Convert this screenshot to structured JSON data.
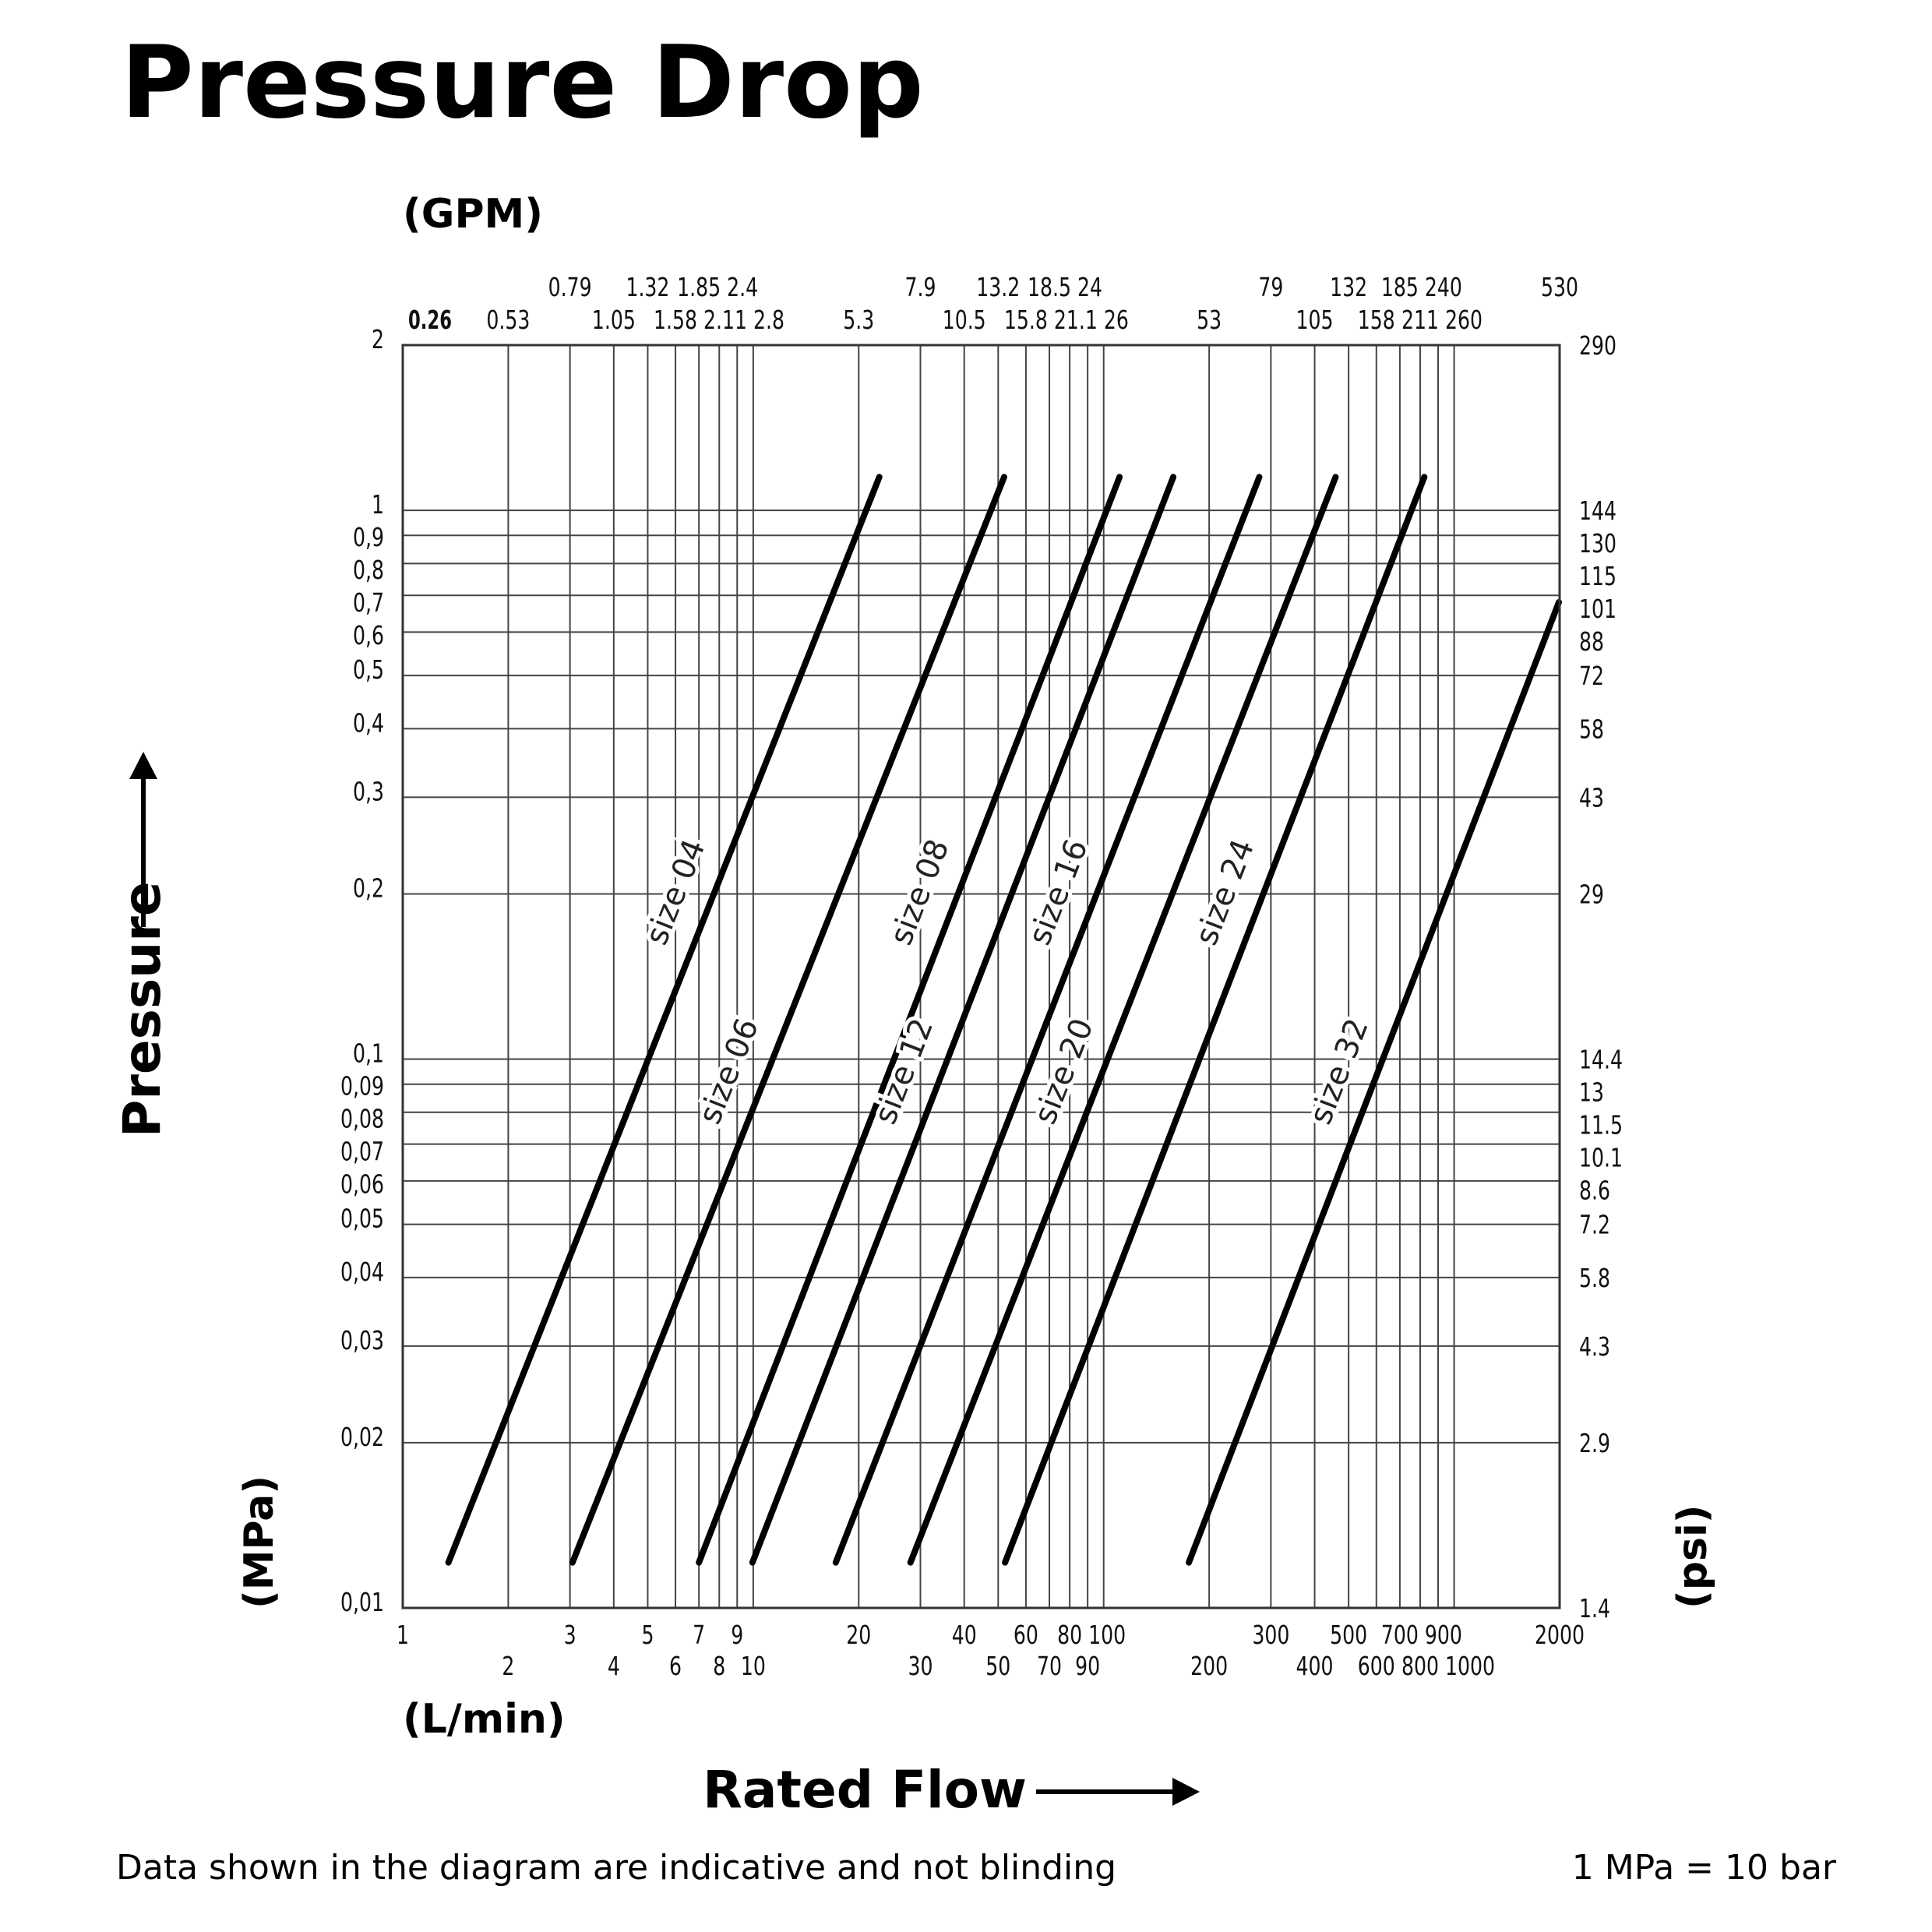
{
  "chart_data": {
    "type": "line",
    "title": "Pressure Drop",
    "xscale": "log",
    "yscale": "log",
    "xlim": [
      1,
      2000
    ],
    "ylim": [
      0.01,
      2
    ],
    "xlabel": "Rated Flow",
    "xunit_bottom": "(L/min)",
    "xunit_top": "(GPM)",
    "ylabel": "Pressure",
    "yunit_left": "(MPa)",
    "yunit_right": "(psi)",
    "grid": true,
    "x_ticks_bottom": [
      {
        "v": 1,
        "label": "1",
        "row": 0
      },
      {
        "v": 2,
        "label": "2",
        "row": 1
      },
      {
        "v": 3,
        "label": "3",
        "row": 0
      },
      {
        "v": 4,
        "label": "4",
        "row": 1
      },
      {
        "v": 5,
        "label": "5",
        "row": 0
      },
      {
        "v": 6,
        "label": "6",
        "row": 1
      },
      {
        "v": 7,
        "label": "7",
        "row": 0
      },
      {
        "v": 8,
        "label": "8",
        "row": 1
      },
      {
        "v": 9,
        "label": "9",
        "row": 0
      },
      {
        "v": 10,
        "label": "10",
        "row": 1
      },
      {
        "v": 20,
        "label": "20",
        "row": 0
      },
      {
        "v": 30,
        "label": "30",
        "row": 1
      },
      {
        "v": 40,
        "label": "40",
        "row": 0
      },
      {
        "v": 50,
        "label": "50",
        "row": 1
      },
      {
        "v": 60,
        "label": "60",
        "row": 0
      },
      {
        "v": 70,
        "label": "70",
        "row": 1
      },
      {
        "v": 80,
        "label": "80",
        "row": 0
      },
      {
        "v": 90,
        "label": "90",
        "row": 1
      },
      {
        "v": 100,
        "label": "100",
        "row": 0
      },
      {
        "v": 200,
        "label": "200",
        "row": 1
      },
      {
        "v": 300,
        "label": "300",
        "row": 0
      },
      {
        "v": 400,
        "label": "400",
        "row": 1
      },
      {
        "v": 500,
        "label": "500",
        "row": 0
      },
      {
        "v": 600,
        "label": "600",
        "row": 1
      },
      {
        "v": 700,
        "label": "700",
        "row": 0
      },
      {
        "v": 800,
        "label": "800",
        "row": 1
      },
      {
        "v": 900,
        "label": "900",
        "row": 0
      },
      {
        "v": 1000,
        "label": "1000",
        "row": 1
      },
      {
        "v": 2000,
        "label": "2000",
        "row": 0
      }
    ],
    "x_ticks_top_gpm": [
      {
        "v": 1,
        "label": "0.26",
        "row": 1
      },
      {
        "v": 2,
        "label": "0.53",
        "row": 1
      },
      {
        "v": 3,
        "label": "0.79",
        "row": 0
      },
      {
        "v": 4,
        "label": "1.05",
        "row": 1
      },
      {
        "v": 5,
        "label": "1.32",
        "row": 0
      },
      {
        "v": 6,
        "label": "1.58",
        "row": 1
      },
      {
        "v": 7,
        "label": "1.85",
        "row": 0
      },
      {
        "v": 8,
        "label": "2.11",
        "row": 1
      },
      {
        "v": 9,
        "label": "2.4",
        "row": 0
      },
      {
        "v": 10,
        "label": "2.8",
        "row": 1
      },
      {
        "v": 20,
        "label": "5.3",
        "row": 1
      },
      {
        "v": 30,
        "label": "7.9",
        "row": 0
      },
      {
        "v": 40,
        "label": "10.5",
        "row": 1
      },
      {
        "v": 50,
        "label": "13.2",
        "row": 0
      },
      {
        "v": 60,
        "label": "15.8",
        "row": 1
      },
      {
        "v": 70,
        "label": "18.5",
        "row": 0
      },
      {
        "v": 80,
        "label": "21.1",
        "row": 1
      },
      {
        "v": 90,
        "label": "24",
        "row": 0
      },
      {
        "v": 100,
        "label": "26",
        "row": 1
      },
      {
        "v": 200,
        "label": "53",
        "row": 1
      },
      {
        "v": 300,
        "label": "79",
        "row": 0
      },
      {
        "v": 400,
        "label": "105",
        "row": 1
      },
      {
        "v": 500,
        "label": "132",
        "row": 0
      },
      {
        "v": 600,
        "label": "158",
        "row": 1
      },
      {
        "v": 700,
        "label": "185",
        "row": 0
      },
      {
        "v": 800,
        "label": "211",
        "row": 1
      },
      {
        "v": 900,
        "label": "240",
        "row": 0
      },
      {
        "v": 1000,
        "label": "260",
        "row": 1
      },
      {
        "v": 2000,
        "label": "530",
        "row": 0
      }
    ],
    "y_ticks_left_mpa": [
      {
        "v": 2,
        "label": "2"
      },
      {
        "v": 1,
        "label": "1"
      },
      {
        "v": 0.9,
        "label": "0,9"
      },
      {
        "v": 0.8,
        "label": "0,8"
      },
      {
        "v": 0.7,
        "label": "0,7"
      },
      {
        "v": 0.6,
        "label": "0,6"
      },
      {
        "v": 0.5,
        "label": "0,5"
      },
      {
        "v": 0.4,
        "label": "0,4"
      },
      {
        "v": 0.3,
        "label": "0,3"
      },
      {
        "v": 0.2,
        "label": "0,2"
      },
      {
        "v": 0.1,
        "label": "0,1"
      },
      {
        "v": 0.09,
        "label": "0,09"
      },
      {
        "v": 0.08,
        "label": "0,08"
      },
      {
        "v": 0.07,
        "label": "0,07"
      },
      {
        "v": 0.06,
        "label": "0,06"
      },
      {
        "v": 0.05,
        "label": "0,05"
      },
      {
        "v": 0.04,
        "label": "0,04"
      },
      {
        "v": 0.03,
        "label": "0,03"
      },
      {
        "v": 0.02,
        "label": "0,02"
      },
      {
        "v": 0.01,
        "label": "0,01"
      }
    ],
    "y_ticks_right_psi": [
      {
        "v": 2,
        "label": "290"
      },
      {
        "v": 1,
        "label": "144"
      },
      {
        "v": 0.9,
        "label": "130"
      },
      {
        "v": 0.8,
        "label": "115"
      },
      {
        "v": 0.7,
        "label": "101"
      },
      {
        "v": 0.6,
        "label": "88"
      },
      {
        "v": 0.5,
        "label": "72"
      },
      {
        "v": 0.4,
        "label": "58"
      },
      {
        "v": 0.3,
        "label": "43"
      },
      {
        "v": 0.2,
        "label": "29"
      },
      {
        "v": 0.1,
        "label": "14.4"
      },
      {
        "v": 0.09,
        "label": "13"
      },
      {
        "v": 0.08,
        "label": "11.5"
      },
      {
        "v": 0.07,
        "label": "10.1"
      },
      {
        "v": 0.06,
        "label": "8.6"
      },
      {
        "v": 0.05,
        "label": "7.2"
      },
      {
        "v": 0.04,
        "label": "5.8"
      },
      {
        "v": 0.03,
        "label": "4.3"
      },
      {
        "v": 0.02,
        "label": "2.9"
      },
      {
        "v": 0.01,
        "label": "1.4"
      }
    ],
    "series": [
      {
        "name": "size 04",
        "x": [
          1.35,
          22.9
        ],
        "y": [
          0.0121,
          1.15
        ]
      },
      {
        "name": "size 06",
        "x": [
          3.05,
          52
        ],
        "y": [
          0.0121,
          1.15
        ]
      },
      {
        "name": "size 08",
        "x": [
          7.0,
          111
        ],
        "y": [
          0.0121,
          1.15
        ]
      },
      {
        "name": "size 12",
        "x": [
          9.95,
          158
        ],
        "y": [
          0.0121,
          1.15
        ]
      },
      {
        "name": "size 16",
        "x": [
          17.2,
          278
        ],
        "y": [
          0.0121,
          1.15
        ]
      },
      {
        "name": "size 20",
        "x": [
          28.1,
          459
        ],
        "y": [
          0.0121,
          1.15
        ]
      },
      {
        "name": "size 24",
        "x": [
          52.3,
          822
        ],
        "y": [
          0.0121,
          1.15
        ]
      },
      {
        "name": "size 32",
        "x": [
          175,
          1990
        ],
        "y": [
          0.0121,
          0.68
        ]
      }
    ]
  },
  "footer": {
    "note": "Data shown in the diagram are indicative and not blinding",
    "conversion": "1 MPa = 10 bar"
  }
}
